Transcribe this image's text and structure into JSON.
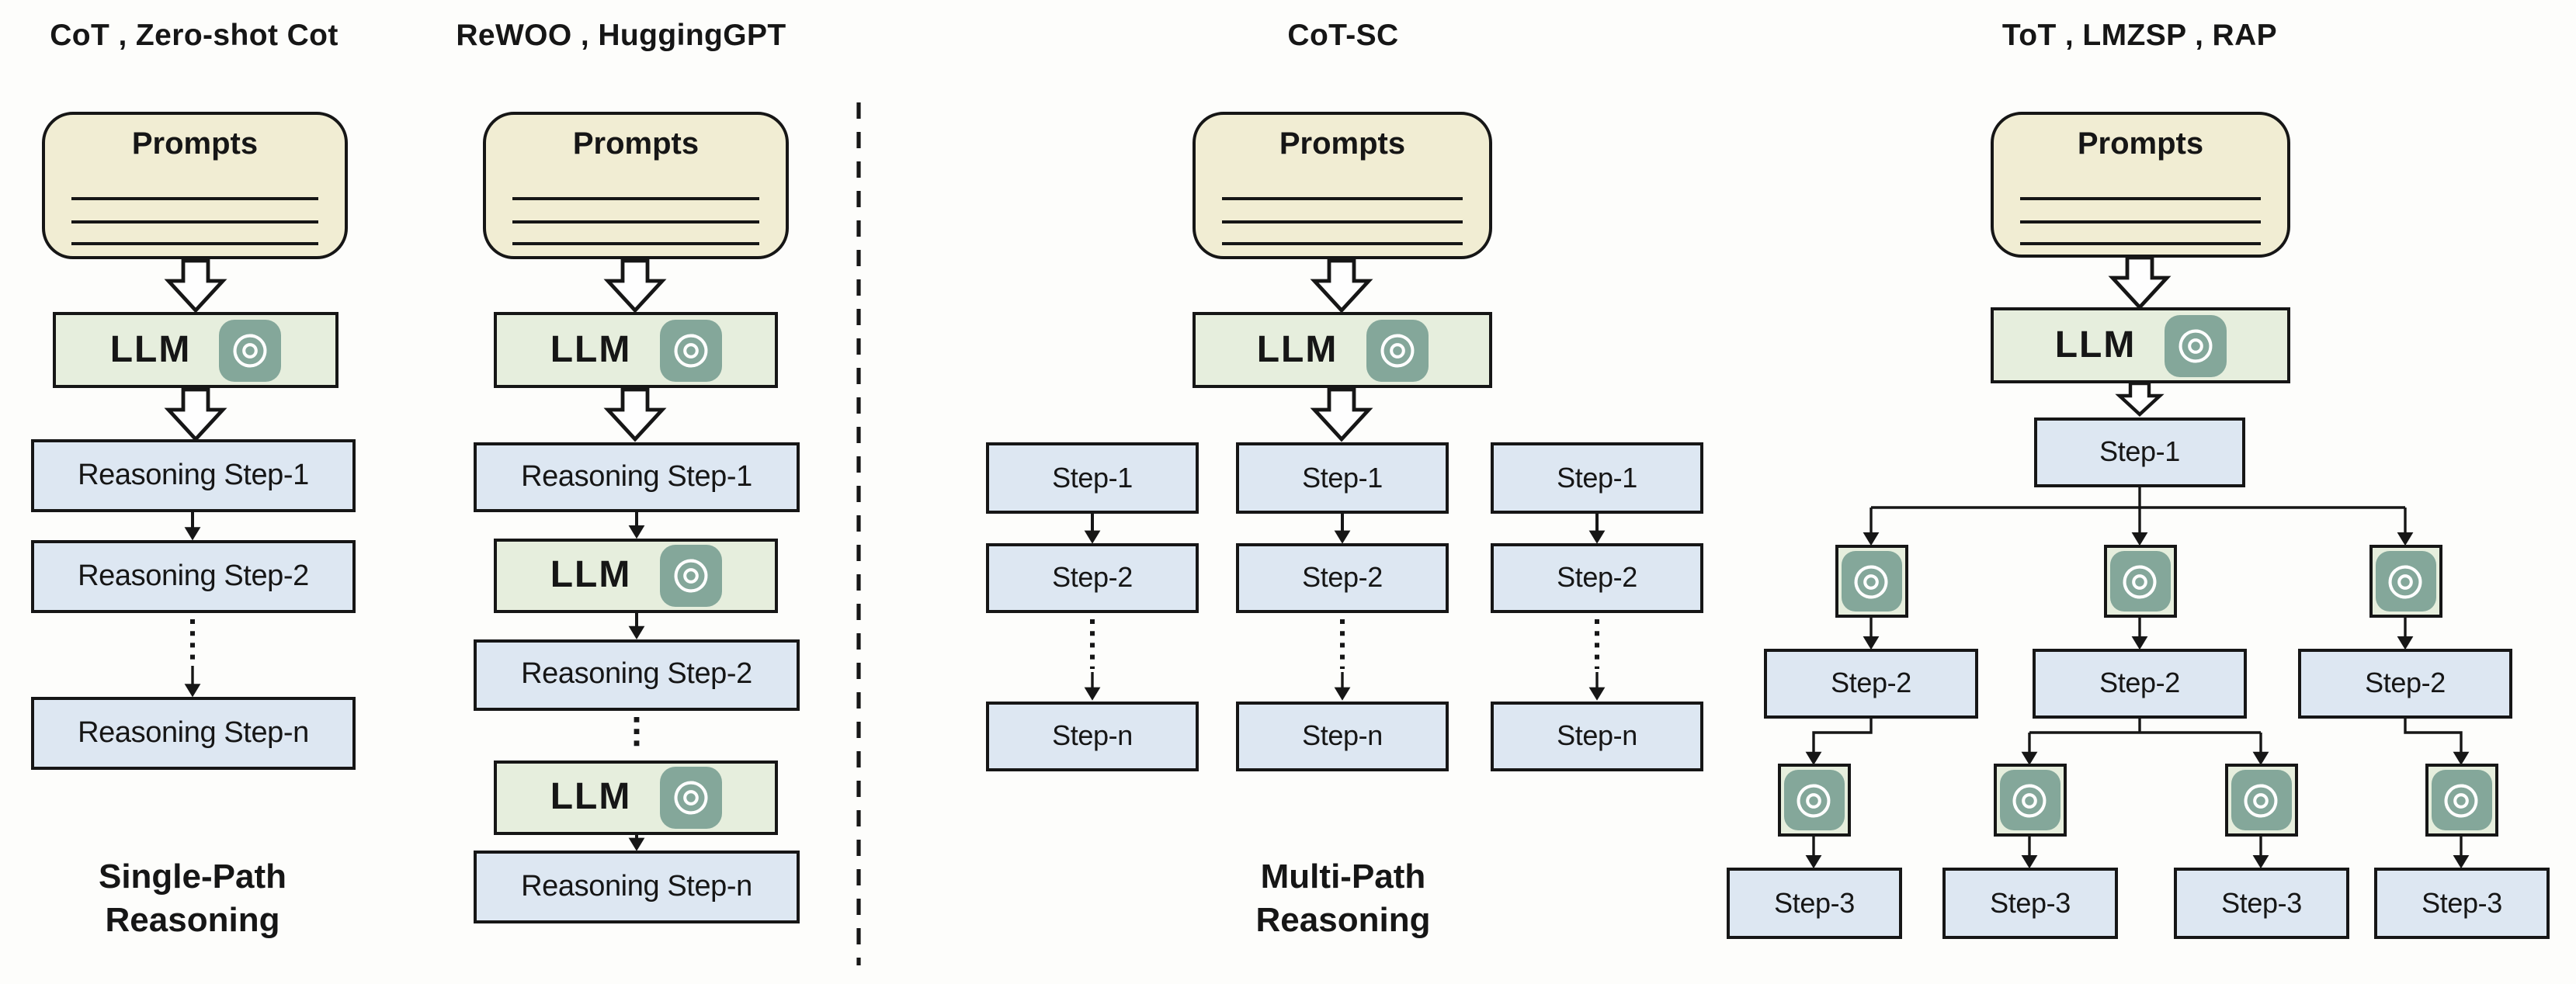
{
  "colors": {
    "canvas_bg": "#fdfdfb",
    "prompts_fill": "#f1edd3",
    "llm_fill": "#e6eedd",
    "step_fill": "#dde7f2",
    "icon_teal": "#84a79a",
    "line_black": "#161616"
  },
  "single_path_section": {
    "cot_column": {
      "title": "CoT , Zero-shot Cot",
      "prompts_label": "Prompts",
      "llm_label": "LLM",
      "steps": [
        "Reasoning Step-1",
        "Reasoning Step-2",
        "Reasoning Step-n"
      ],
      "footer_line1": "Single-Path",
      "footer_line2": "Reasoning"
    },
    "rewoo_column": {
      "title": "ReWOO , HuggingGPT",
      "prompts_label": "Prompts",
      "llm_label": "LLM",
      "steps": [
        "Reasoning Step-1",
        "Reasoning Step-2",
        "Reasoning Step-n"
      ]
    }
  },
  "multi_path_section": {
    "cotsc_group": {
      "title": "CoT-SC",
      "prompts_label": "Prompts",
      "llm_label": "LLM",
      "columns": [
        {
          "steps": [
            "Step-1",
            "Step-2",
            "Step-n"
          ]
        },
        {
          "steps": [
            "Step-1",
            "Step-2",
            "Step-n"
          ]
        },
        {
          "steps": [
            "Step-1",
            "Step-2",
            "Step-n"
          ]
        }
      ],
      "footer_line1": "Multi-Path",
      "footer_line2": "Reasoning"
    },
    "tot_group": {
      "title": "ToT , LMZSP , RAP",
      "prompts_label": "Prompts",
      "llm_label": "LLM",
      "root_step": "Step-1",
      "branch_steps": [
        "Step-2",
        "Step-2",
        "Step-2"
      ],
      "leaf_steps": [
        "Step-3",
        "Step-3",
        "Step-3",
        "Step-3"
      ]
    }
  },
  "icons": {
    "openai_logo": "openai-knot"
  }
}
